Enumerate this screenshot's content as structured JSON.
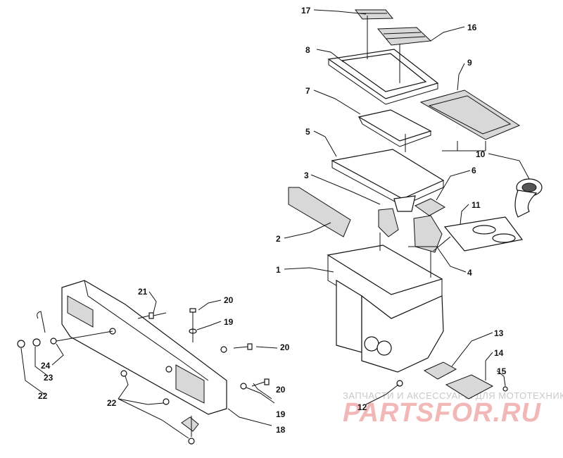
{
  "callouts": [
    "1",
    "2",
    "3",
    "4",
    "5",
    "6",
    "7",
    "8",
    "9",
    "10",
    "11",
    "12",
    "13",
    "14",
    "15",
    "16",
    "17",
    "18",
    "19",
    "19",
    "20",
    "20",
    "20",
    "21",
    "22",
    "22",
    "22",
    "23",
    "24"
  ],
  "watermark": {
    "line1": "ЗАПЧАСТИ И АКСЕССУАРЫ ДЛЯ МОТОТЕХНИКИ",
    "line2": "PARTSFOR.RU"
  }
}
